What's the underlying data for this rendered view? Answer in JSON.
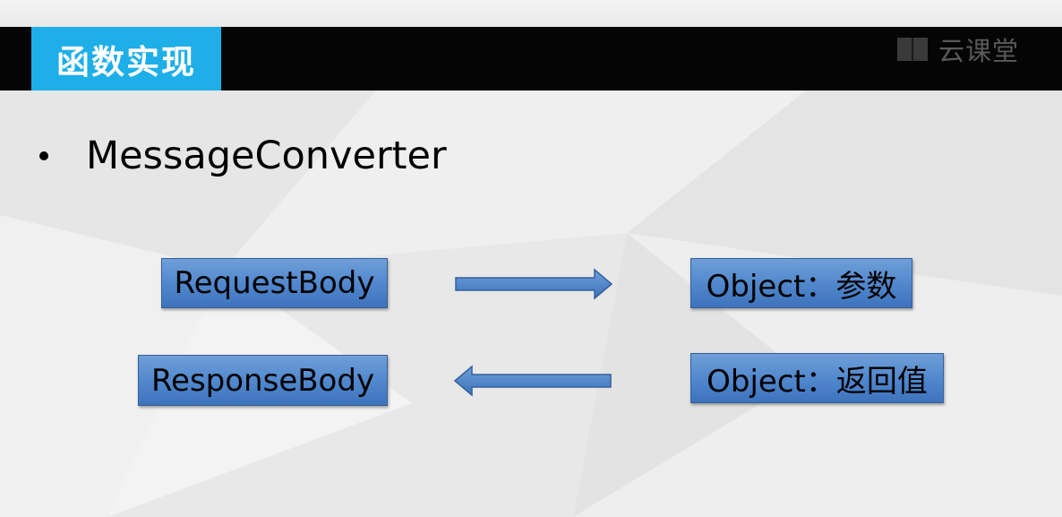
{
  "header": {
    "title": "函数实现",
    "brand_text": "云课堂"
  },
  "bullet": {
    "text": "MessageConverter"
  },
  "diagram": {
    "request_body": "RequestBody",
    "object_param": "Object：参数",
    "response_body": "ResponseBody",
    "object_return": "Object：返回值",
    "arrow_color": "#4f86cc",
    "box_color": "#4f86cc"
  },
  "colors": {
    "header_bg": "#050505",
    "title_bg": "#1eaee8",
    "page_bg": "#ececec"
  }
}
